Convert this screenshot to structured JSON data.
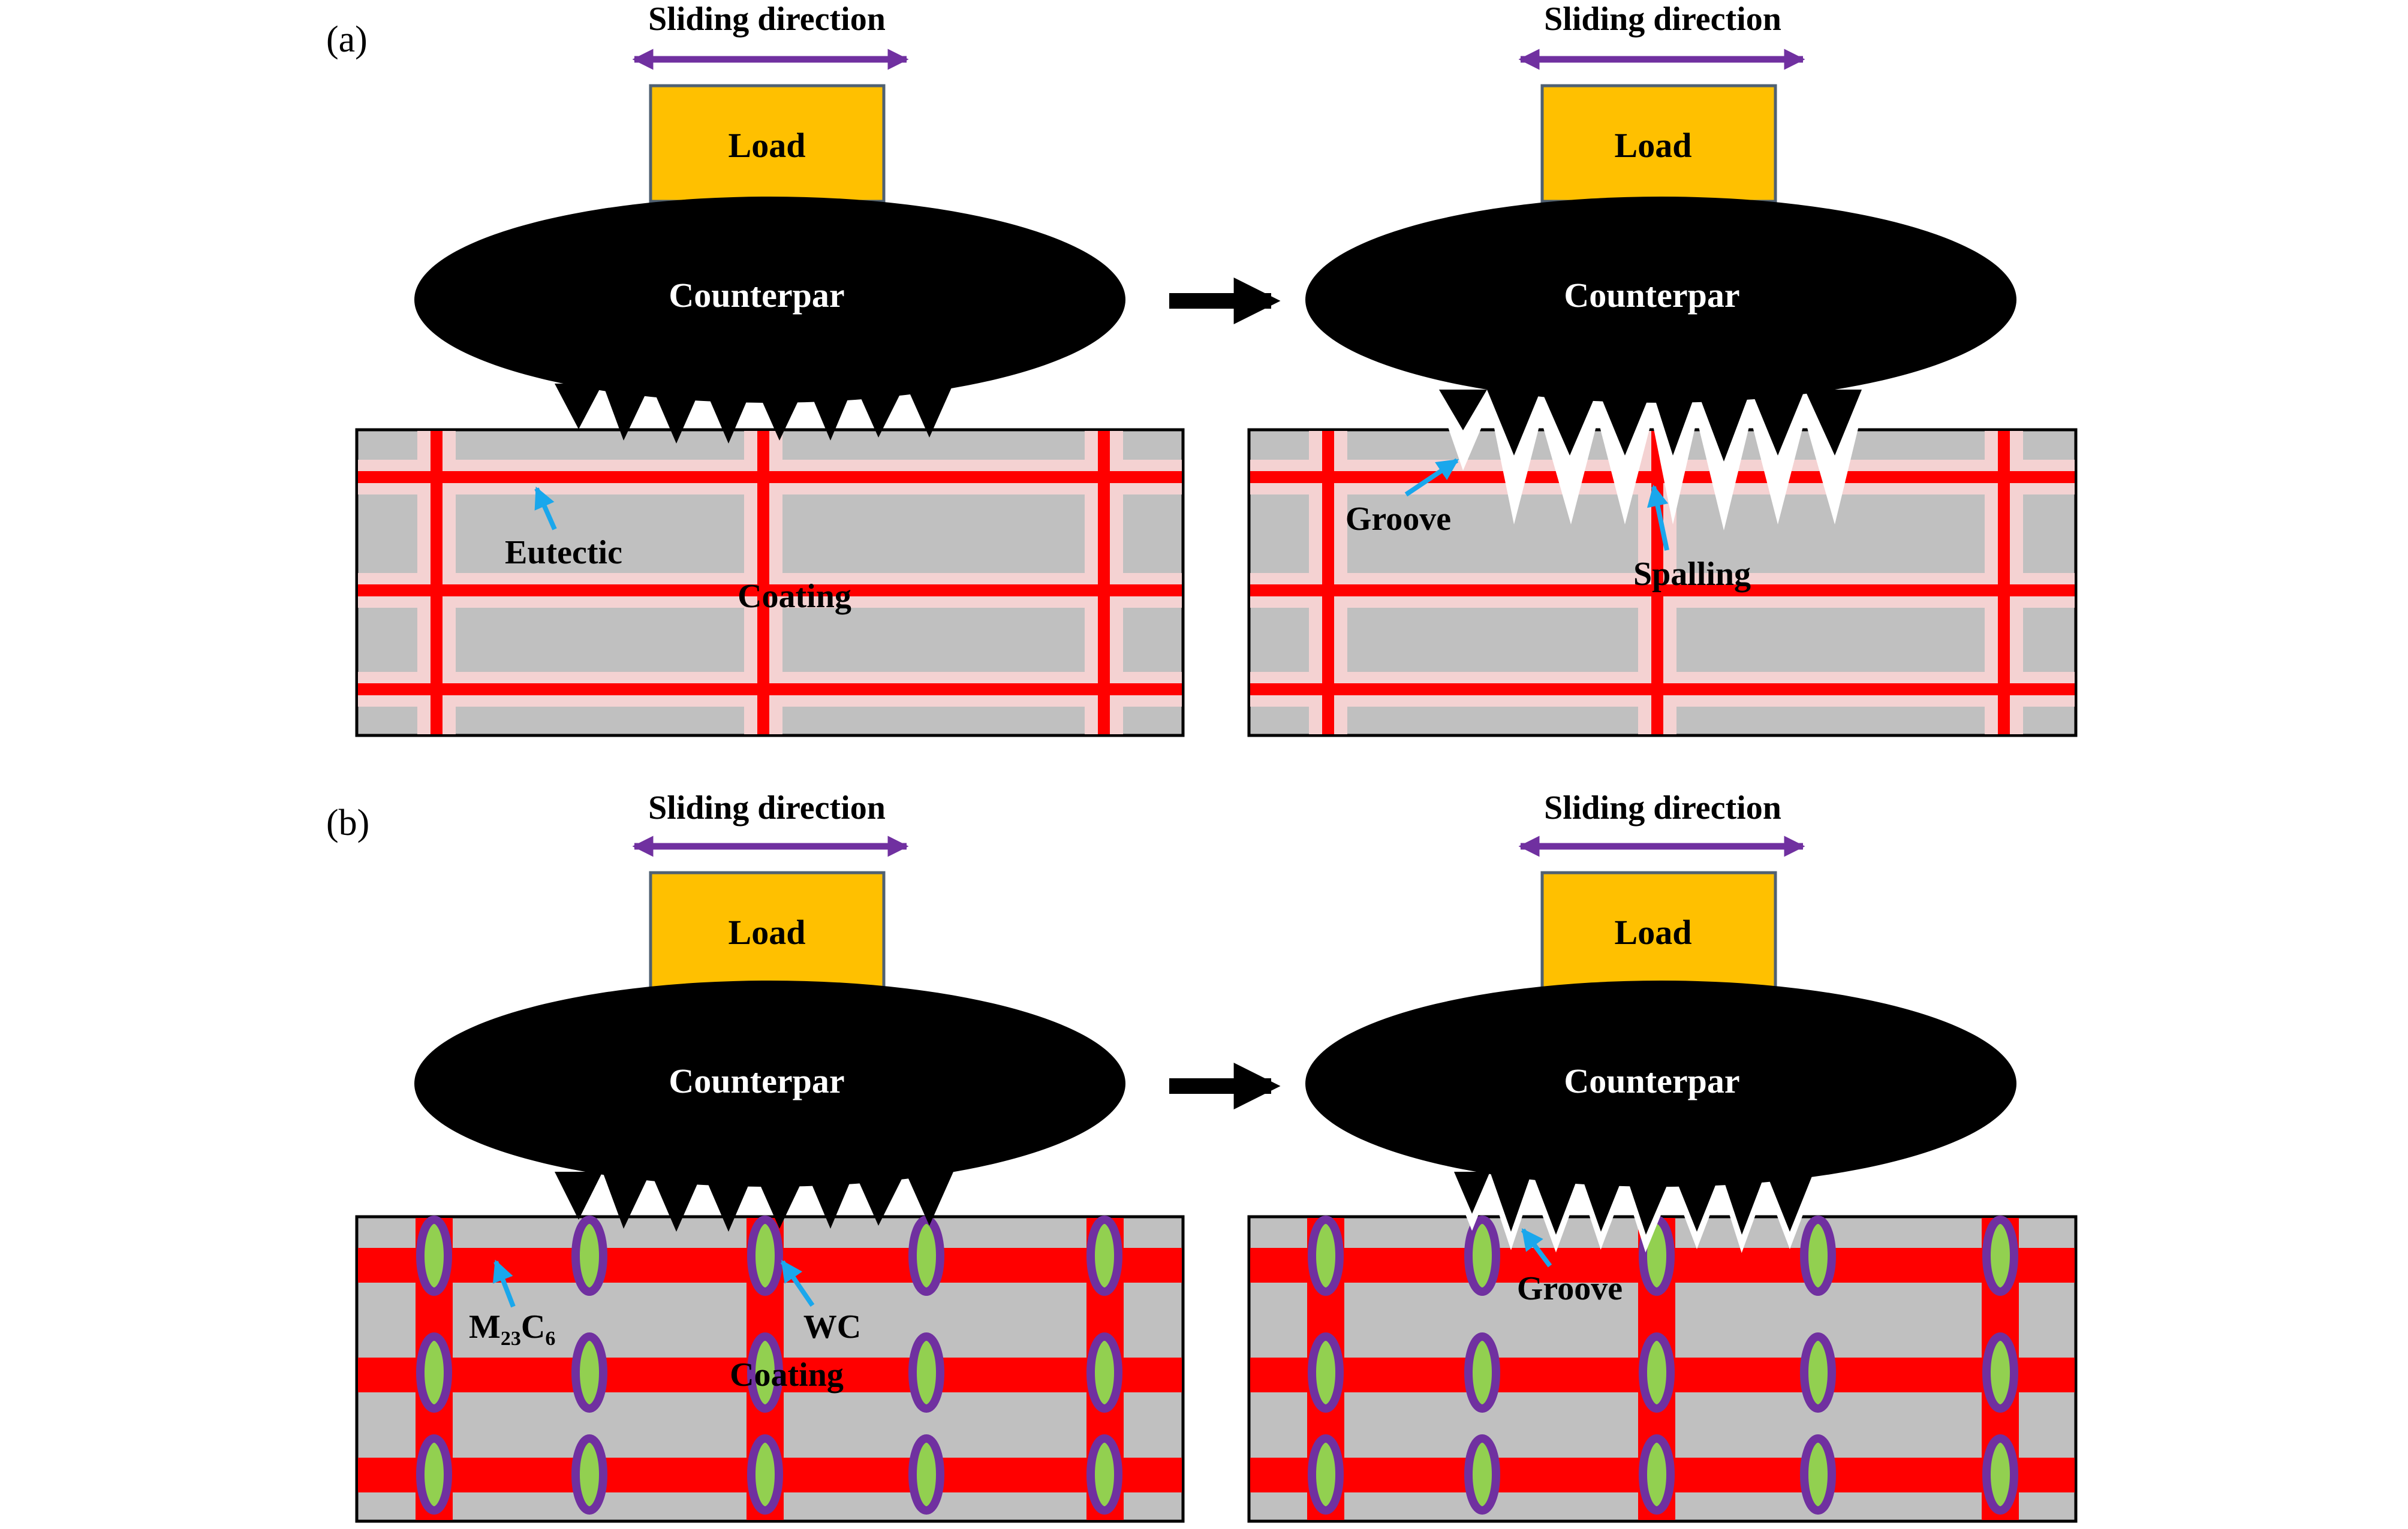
{
  "panels": [
    {
      "label": "(a)",
      "before": {
        "sliding": "Sliding direction",
        "load": "Load",
        "counterpart": "Counterpar",
        "labels": [
          "Eutectic",
          "Coating"
        ]
      },
      "after": {
        "sliding": "Sliding direction",
        "load": "Load",
        "counterpart": "Counterpar",
        "labels": [
          "Groove",
          "Spalling"
        ]
      }
    },
    {
      "label": "(b)",
      "before": {
        "sliding": "Sliding direction",
        "load": "Load",
        "counterpart": "Counterpar",
        "labels": [
          "M",
          "23",
          "C",
          "6",
          "WC",
          "Coating"
        ]
      },
      "after": {
        "sliding": "Sliding direction",
        "load": "Load",
        "counterpart": "Counterpar",
        "labels": [
          "Groove"
        ]
      }
    }
  ],
  "colors": {
    "background": "#ffffff",
    "coating": "#c0c0c0",
    "eutectic": "#ff0000",
    "eutectic_halo": "#f4d2d2",
    "wc": "#92d050",
    "wc_border": "#7030a0",
    "load": "#ffc000",
    "load_border": "#4f6072",
    "counterpart": "#000000",
    "sliding_arrow": "#7030a0",
    "pointer_arrow": "#1aa7ec",
    "process_arrow": "#000000"
  }
}
